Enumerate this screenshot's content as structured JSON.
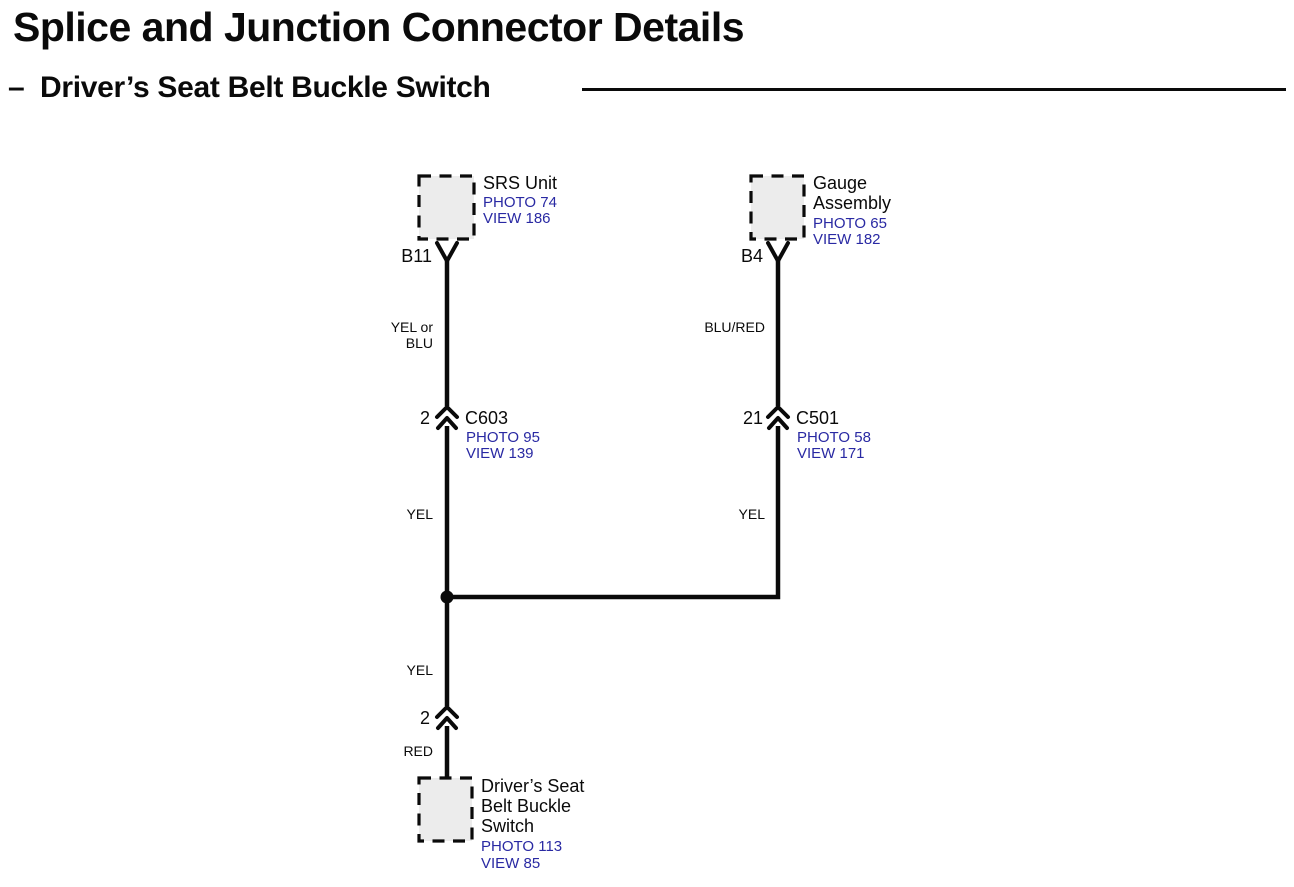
{
  "page": {
    "title": "Splice and Junction Connector Details",
    "subtitle": "Driver’s Seat Belt Buckle Switch",
    "subtitle_dash": "–"
  },
  "colors": {
    "reference_blue": "#2929a3",
    "wire_black": "#0a0a0a",
    "component_box_fill": "#ececec"
  },
  "diagram": {
    "srs_unit": {
      "name": "SRS Unit",
      "photo": "PHOTO 74",
      "view": "VIEW 186",
      "terminal": "B11"
    },
    "gauge_assembly": {
      "name_line1": "Gauge",
      "name_line2": "Assembly",
      "photo": "PHOTO 65",
      "view": "VIEW 182",
      "terminal": "B4"
    },
    "buckle_switch": {
      "name_line1": "Driver’s Seat",
      "name_line2": "Belt Buckle",
      "name_line3": "Switch",
      "photo": "PHOTO 113",
      "view": "VIEW 85"
    },
    "connector_c603": {
      "cavity": "2",
      "name": "C603",
      "photo": "PHOTO 95",
      "view": "VIEW 139"
    },
    "connector_c501": {
      "cavity": "21",
      "name": "C501",
      "photo": "PHOTO 58",
      "view": "VIEW 171"
    },
    "connector_switch": {
      "cavity": "2"
    },
    "wire_labels": {
      "srs_branch_line1": "YEL or",
      "srs_branch_line2": "BLU",
      "gauge_branch": "BLU/RED",
      "srs_splice_side": "YEL",
      "gauge_splice_side": "YEL",
      "switch_splice_side": "YEL",
      "switch_wire": "RED"
    }
  }
}
